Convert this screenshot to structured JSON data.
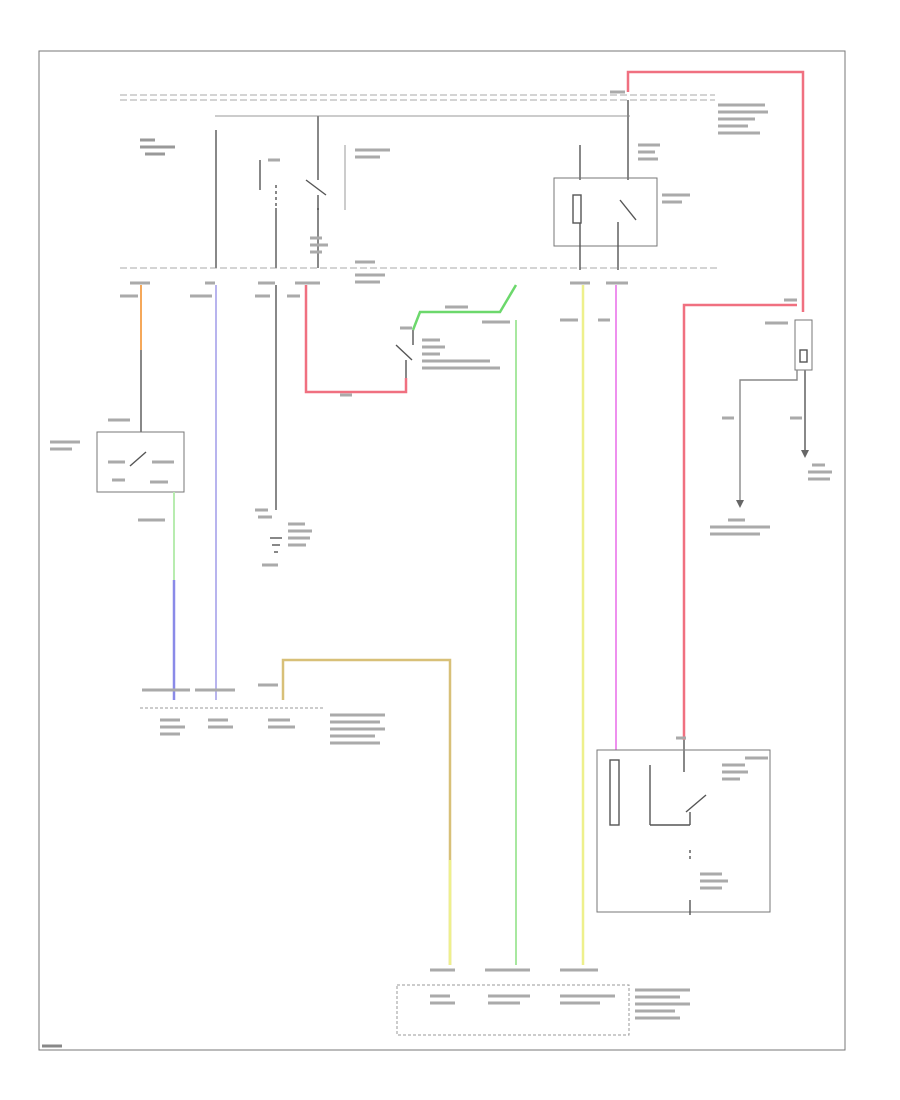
{
  "diagram": {
    "colors": {
      "red_wire": "#f07080",
      "orange_wire": "#f5a85a",
      "green_wire": "#6cd86c",
      "light_green_wire": "#b8ecb0",
      "blue_wire": "#8a8ae8",
      "lavender_wire": "#b8b4ee",
      "tan_wire": "#d8c078",
      "pale_yellow_wire": "#eef08c",
      "pink_wire": "#ee90ee",
      "gray_wire": "#888888",
      "frame": "#777777"
    },
    "icons": [
      "switch-contact-symbol",
      "ground-symbol",
      "fuse-symbol",
      "relay-coil-symbol"
    ]
  }
}
